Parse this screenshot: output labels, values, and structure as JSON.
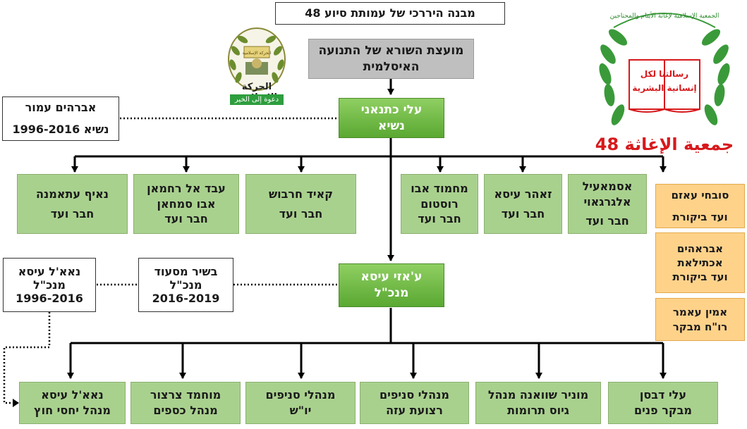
{
  "title": "מבנה היררכי של עמותת סיוע 48",
  "council": {
    "line1": "מועצת השורא של התנועה",
    "line2": "האיסלמית"
  },
  "president": {
    "name": "עלי כתנאני",
    "role": "נשיא"
  },
  "former_president": {
    "name": "אברהים עמור",
    "role": "נשיא 1996-2016"
  },
  "board": [
    {
      "name": "אסמאעיל אלגרגאוי",
      "role": "חבר ועד"
    },
    {
      "name": "זאהר עיסא",
      "role": "חבר ועד"
    },
    {
      "name": "מחמוד אבו רוסטום",
      "role": "חבר ועד"
    },
    {
      "name": "קאיד חרבוש",
      "role": "חבר ועד"
    },
    {
      "name": "עבד אל רחמאן אבו סמחאן",
      "role": "חבר ועד"
    },
    {
      "name": "נאיף עתאמנה",
      "role": "חבר ועד"
    }
  ],
  "audit": [
    {
      "line1": "סובחי עאזם",
      "line2": "ועד ביקורת"
    },
    {
      "line1": "אבראהים אכתילאת",
      "line2": "ועד ביקורת"
    },
    {
      "line1": "אמין עאמר",
      "line2": "רו\"ח מבקר"
    }
  ],
  "ceo": {
    "name": "ע'אזי עיסא",
    "role": "מנכ\"ל"
  },
  "former_ceo_1": {
    "name": "בשיר מסעוד",
    "role": "מנכ\"ל",
    "years": "2016-2019"
  },
  "former_ceo_2": {
    "name": "נאא'ל עיסא",
    "role": "מנכ\"ל",
    "years": "1996-2016"
  },
  "staff": [
    {
      "line1": "עלי דבסן",
      "line2": "מבקר פנים"
    },
    {
      "line1": "מוניר שוואנה מנהל",
      "line2": "גיוס תרומות"
    },
    {
      "line1": "מנהלי סניפים",
      "line2": "רצועת עזה"
    },
    {
      "line1": "מנהלי סניפים",
      "line2": "יו\"ש"
    },
    {
      "line1": "מוחמד צרצור",
      "line2": "מנהל כספים"
    },
    {
      "line1": "נאא'ל עיסא",
      "line2": "מנהל יחסי חוץ"
    }
  ],
  "logos": {
    "movement": {
      "name": "الحركة الإسلامية",
      "slogan": "دعوة إلى الخير",
      "inner": "الحركة الإسلامية"
    },
    "association": {
      "name": "جمعية الإغاثة 48",
      "book1": "رسالتنا لكل",
      "book2": "إنسانية البشرية",
      "ring": "الجمعية الإسلامية لإغاثة الأيتام والمحتاجين"
    }
  },
  "colors": {
    "green": "#5aa832",
    "light_green": "#a9d18e",
    "orange": "#ffd28a",
    "gray": "#bfbfbf",
    "red": "#d7191c"
  }
}
